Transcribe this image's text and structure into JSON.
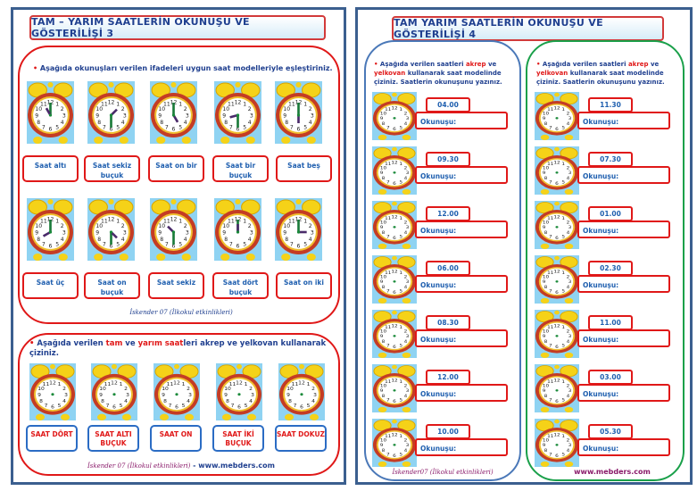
{
  "left": {
    "title": "TAM – YARIM  SAATLERİN OKUNUŞU VE GÖSTERİLİŞİ  3",
    "section1": {
      "instruction": "Aşağıda okunuşları verilen ifadeleri uygun saat modelleriyle eşleştiriniz.",
      "clocks_row1": [
        {
          "h": 11,
          "m": 0
        },
        {
          "h": 1,
          "m": 30
        },
        {
          "h": 5,
          "m": 0
        },
        {
          "h": 8,
          "m": 30
        },
        {
          "h": 6,
          "m": 0
        }
      ],
      "labels_row1": [
        "Saat altı",
        "Saat sekiz buçuk",
        "Saat on bir",
        "Saat bir buçuk",
        "Saat beş"
      ],
      "clocks_row2": [
        {
          "h": 8,
          "m": 0
        },
        {
          "h": 4,
          "m": 30
        },
        {
          "h": 10,
          "m": 30
        },
        {
          "h": 12,
          "m": 0
        },
        {
          "h": 3,
          "m": 0
        }
      ],
      "labels_row2": [
        "Saat üç",
        "Saat on buçuk",
        "Saat sekiz",
        "Saat dört buçuk",
        "Saat on iki"
      ],
      "credit": "İskender 07  (İlkokul etkinlikleri)"
    },
    "section2": {
      "instruction_parts": [
        "Aşağıda verilen ",
        "tam",
        " ve ",
        "yarım",
        " ",
        "saat",
        "leri akrep ve yelkovan kullanarak çiziniz."
      ],
      "labels": [
        "SAAT DÖRT",
        "SAAT ALTI BUÇUK",
        "SAAT ON",
        "SAAT İKİ BUÇUK",
        "SAAT DOKUZ"
      ],
      "credit": "İskender 07  (İlkokul etkinlikleri)",
      "site": " - www.mebders.com"
    }
  },
  "right": {
    "title": "TAM YARIM SAATLERİN OKUNUŞU VE GÖSTERİLİŞİ  4",
    "instruction_parts": [
      "Aşağıda verilen saatleri ",
      "akrep",
      " ve ",
      "yelkovan",
      " kullanarak saat modelinde çiziniz. Saatlerin okunuşunu yazınız."
    ],
    "okunusu_label": "Okunuşu:",
    "left_times": [
      "04.00",
      "09.30",
      "12.00",
      "06.00",
      "08.30",
      "12.00",
      "10.00"
    ],
    "right_times": [
      "11.30",
      "07.30",
      "01.00",
      "02.30",
      "11.00",
      "03.00",
      "05.30"
    ],
    "credit": "İskender07  (İlkokul etkinlikleri)",
    "site": "www.mebders.com"
  },
  "colors": {
    "red": "#e01818",
    "blue": "#1f3f8f",
    "green": "#1aa04a",
    "sky": "#8fd3f2"
  }
}
